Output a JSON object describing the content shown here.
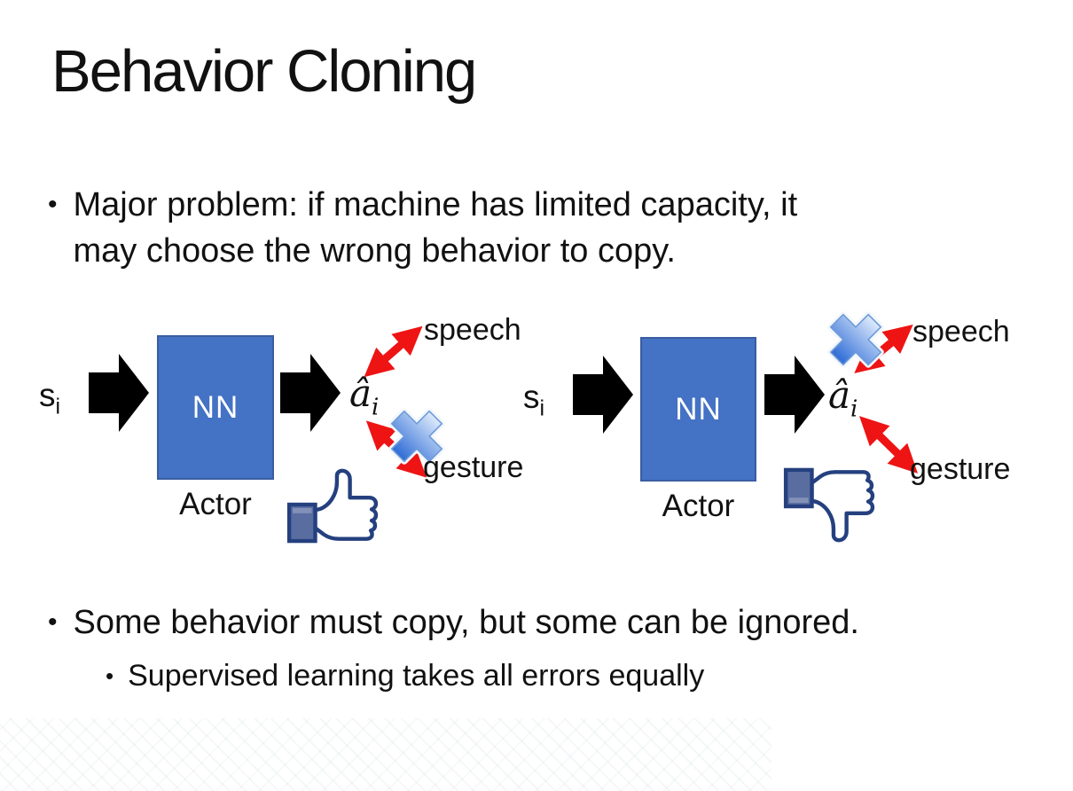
{
  "slide": {
    "title": "Behavior Cloning",
    "bullet_char": "•",
    "bullets": [
      {
        "level": 1,
        "text": "Major problem: if machine has limited capacity, it\nmay choose the wrong behavior to copy."
      },
      {
        "level": 1,
        "text": "Some behavior must copy, but some can be ignored."
      },
      {
        "level": 2,
        "text": "Supervised learning takes all errors equally"
      }
    ]
  },
  "diagram": {
    "left": {
      "input_label": "s",
      "input_subscript": "i",
      "box_label": "NN",
      "box_caption": "Actor",
      "output_label": "â",
      "output_subscript": "i",
      "branches": [
        {
          "label": "speech",
          "crossed_out": false
        },
        {
          "label": "gesture",
          "crossed_out": true
        }
      ],
      "feedback_icon": "thumbs-up-icon"
    },
    "right": {
      "input_label": "s",
      "input_subscript": "i",
      "box_label": "NN",
      "box_caption": "Actor",
      "output_label": "â",
      "output_subscript": "i",
      "branches": [
        {
          "label": "speech",
          "crossed_out": true
        },
        {
          "label": "gesture",
          "crossed_out": false
        }
      ],
      "feedback_icon": "thumbs-down-icon"
    }
  },
  "colors": {
    "text": "#111111",
    "background": "#ffffff",
    "nn_box_fill": "#4472c4",
    "nn_box_border": "#3b5da0",
    "nn_box_text": "#ffffff",
    "black_arrow": "#000000",
    "red_arrow": "#ee1414",
    "cross_light": "#ddeafc",
    "cross_dark": "#2f6cd6",
    "cross_edge": "#6d9bd8",
    "cross_halo": "#f2f7fd",
    "thumb_outline": "#25407f",
    "thumb_cuff": "#5a6da1",
    "thumb_hand": "#ffffff"
  }
}
